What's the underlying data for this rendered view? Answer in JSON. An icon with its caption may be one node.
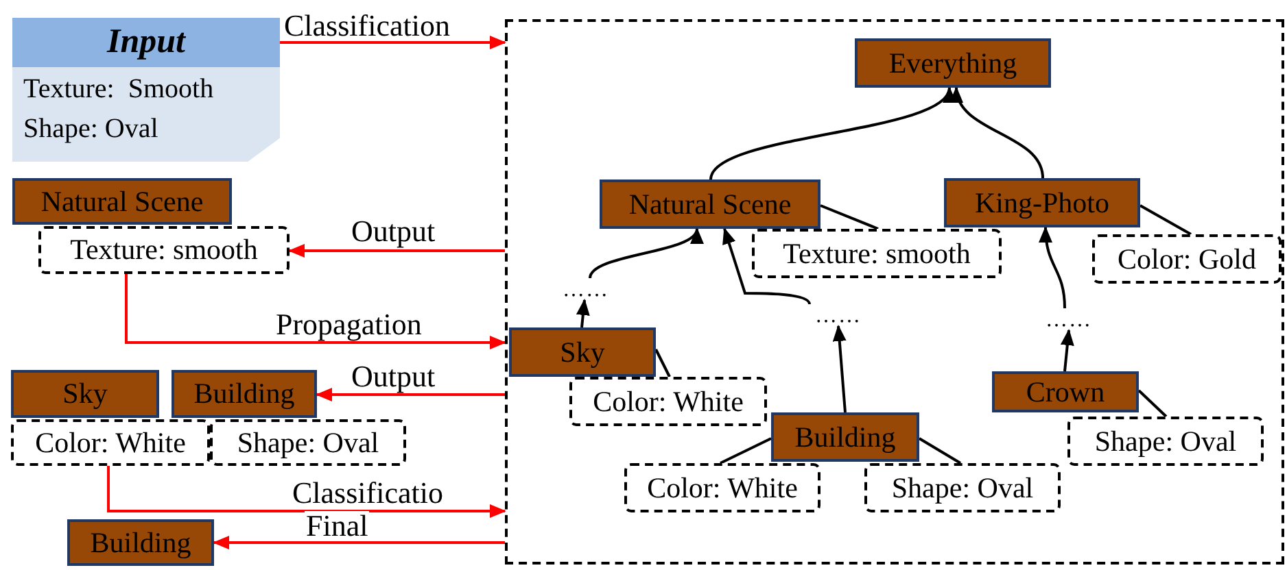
{
  "diagram": {
    "nodes": [
      {
        "text": [
          "Input",
          "Texture:  Smooth",
          "Shape: Oval"
        ]
      },
      {
        "text": [
          "Natural Scene"
        ]
      },
      {
        "text": [
          "Texture: smooth"
        ]
      },
      {
        "text": [
          "Sky"
        ]
      },
      {
        "text": [
          "Building"
        ]
      },
      {
        "text": [
          "Color: White"
        ]
      },
      {
        "text": [
          "Shape: Oval"
        ]
      },
      {
        "text": [
          "Building"
        ]
      },
      {
        "text": [],
        "shape": "box"
      },
      {
        "text": [
          "Everything"
        ],
        "in": 8
      },
      {
        "text": [
          "Natural Scene"
        ],
        "in": 8
      },
      {
        "text": [
          "King-Photo"
        ],
        "in": 8
      },
      {
        "text": [
          "Texture: smooth"
        ],
        "in": 8
      },
      {
        "text": [
          "Color: Gold"
        ],
        "in": 8
      },
      {
        "text": [
          "……"
        ],
        "in": 8
      },
      {
        "text": [
          "……"
        ],
        "in": 8
      },
      {
        "text": [
          "……"
        ],
        "in": 8
      },
      {
        "text": [
          "Sky"
        ],
        "in": 8
      },
      {
        "text": [
          "Color: White"
        ],
        "in": 8
      },
      {
        "text": [
          "Building"
        ],
        "in": 8
      },
      {
        "text": [
          "Crown"
        ],
        "in": 8
      },
      {
        "text": [
          "Shape: Oval"
        ],
        "in": 8
      },
      {
        "text": [
          "Color: White"
        ],
        "in": 8
      },
      {
        "text": [
          "Shape: Oval"
        ],
        "in": 8
      }
    ],
    "edges": [
      {
        "from": 0,
        "to": 8,
        "arrow": "to",
        "label": "Classification",
        "color": "#ff0000"
      },
      {
        "from": 8,
        "to": 2,
        "arrow": "to",
        "label": "Output",
        "color": "#ff0000"
      },
      {
        "from": 2,
        "to": 8,
        "arrow": "to",
        "label": "Propagation",
        "color": "#ff0000"
      },
      {
        "from": 8,
        "to": 4,
        "arrow": "to",
        "label": "Output",
        "color": "#ff0000"
      },
      {
        "from": 5,
        "to": 8,
        "arrow": "to",
        "label": "Classificatio",
        "color": "#ff0000"
      },
      {
        "from": 8,
        "to": 7,
        "arrow": "to",
        "label": "Final",
        "color": "#ff0000"
      },
      {
        "from": 10,
        "to": 9,
        "arrow": "to"
      },
      {
        "from": 11,
        "to": 9,
        "arrow": "to"
      },
      {
        "from": 10,
        "to": 12,
        "arrow": "none"
      },
      {
        "from": 11,
        "to": 13,
        "arrow": "none"
      },
      {
        "from": 14,
        "to": 10,
        "arrow": "to"
      },
      {
        "from": 15,
        "to": 10,
        "arrow": "to"
      },
      {
        "from": 16,
        "to": 11,
        "arrow": "to"
      },
      {
        "from": 17,
        "to": 14,
        "arrow": "to"
      },
      {
        "from": 19,
        "to": 15,
        "arrow": "to"
      },
      {
        "from": 20,
        "to": 16,
        "arrow": "to"
      },
      {
        "from": 17,
        "to": 18,
        "arrow": "none"
      },
      {
        "from": 19,
        "to": 22,
        "arrow": "none"
      },
      {
        "from": 19,
        "to": 23,
        "arrow": "none"
      },
      {
        "from": 20,
        "to": 21,
        "arrow": "none"
      }
    ]
  }
}
